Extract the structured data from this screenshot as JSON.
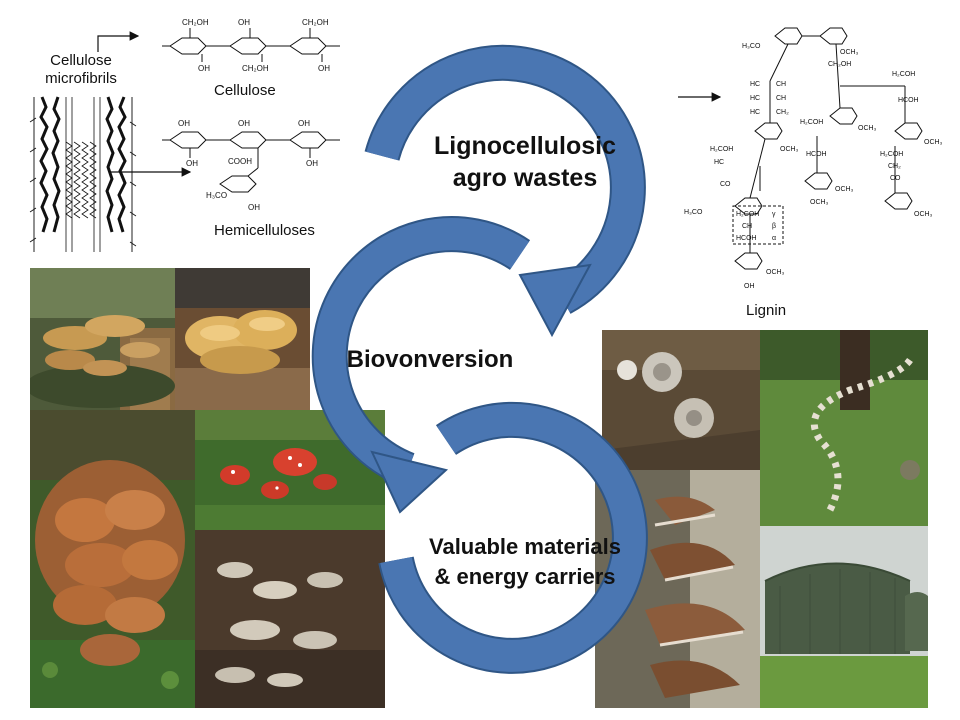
{
  "labels": {
    "cellulose_microfibrils": "Cellulose\nmicrofibrils",
    "cellulose": "Cellulose",
    "hemicelluloses": "Hemicelluloses",
    "lignin": "Lignin",
    "stage1": "Lignocellulosic\nagro wastes",
    "stage2": "Biovonversion",
    "stage3": "Valuable materials\n& energy carriers"
  },
  "chem_groups": {
    "ch2oh": "CH₂OH",
    "oh": "OH",
    "cooh": "COOH",
    "h3co": "H₃CO",
    "och3": "OCH₃",
    "h2coh": "H₂COH",
    "hcoh": "HCOH",
    "hc": "HC",
    "ch": "CH",
    "co": "CO",
    "ch2": "CH₂",
    "gamma": "γ",
    "beta": "β",
    "alpha": "α"
  },
  "colors": {
    "arrow_blue": "#4a76b2",
    "arrow_dark": "#2f5686",
    "text": "#111111"
  }
}
